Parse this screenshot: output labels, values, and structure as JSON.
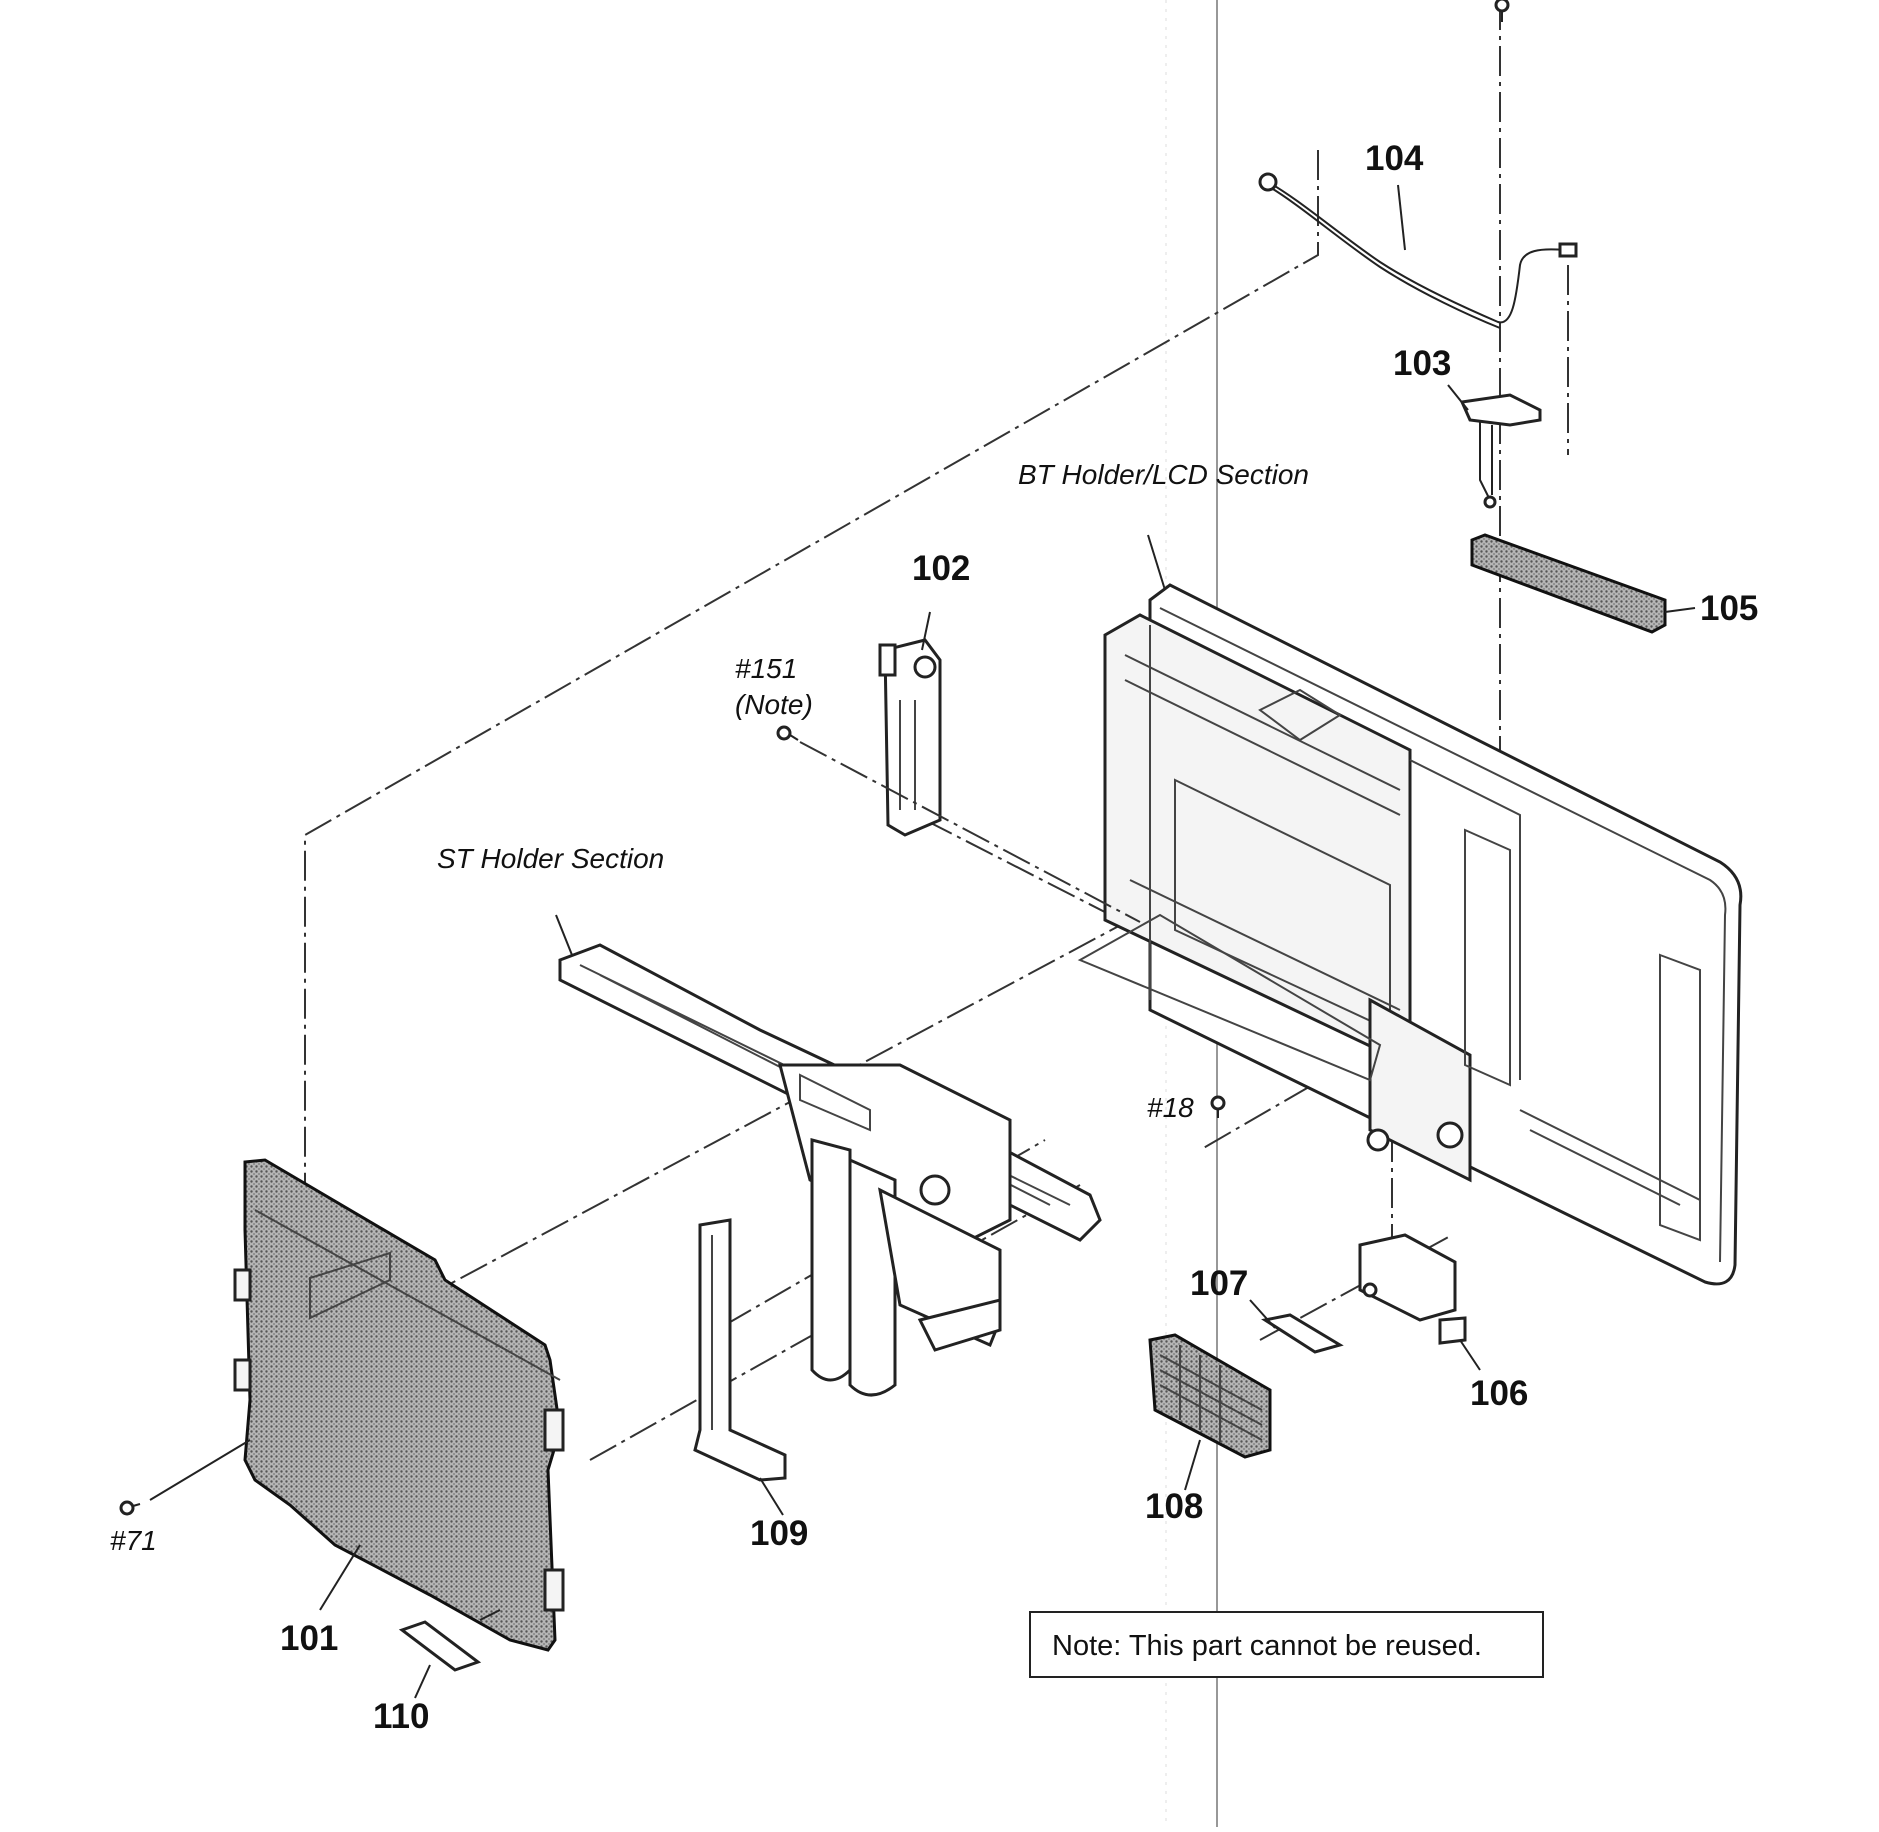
{
  "diagram": {
    "part_numbers": {
      "p101": "101",
      "p102": "102",
      "p103": "103",
      "p104": "104",
      "p105": "105",
      "p106": "106",
      "p107": "107",
      "p108": "108",
      "p109": "109",
      "p110": "110"
    },
    "screws": {
      "s151": "#151",
      "s151_note": "(Note)",
      "s18": "#18",
      "s71": "#71"
    },
    "sections": {
      "bt_holder_lcd": "BT Holder/LCD Section",
      "st_holder": "ST Holder Section"
    },
    "note_box": {
      "text": "Note:  This part cannot be reused."
    },
    "colors": {
      "line": "#222222",
      "board_fill": "#9a9a9a",
      "background": "#ffffff"
    }
  }
}
